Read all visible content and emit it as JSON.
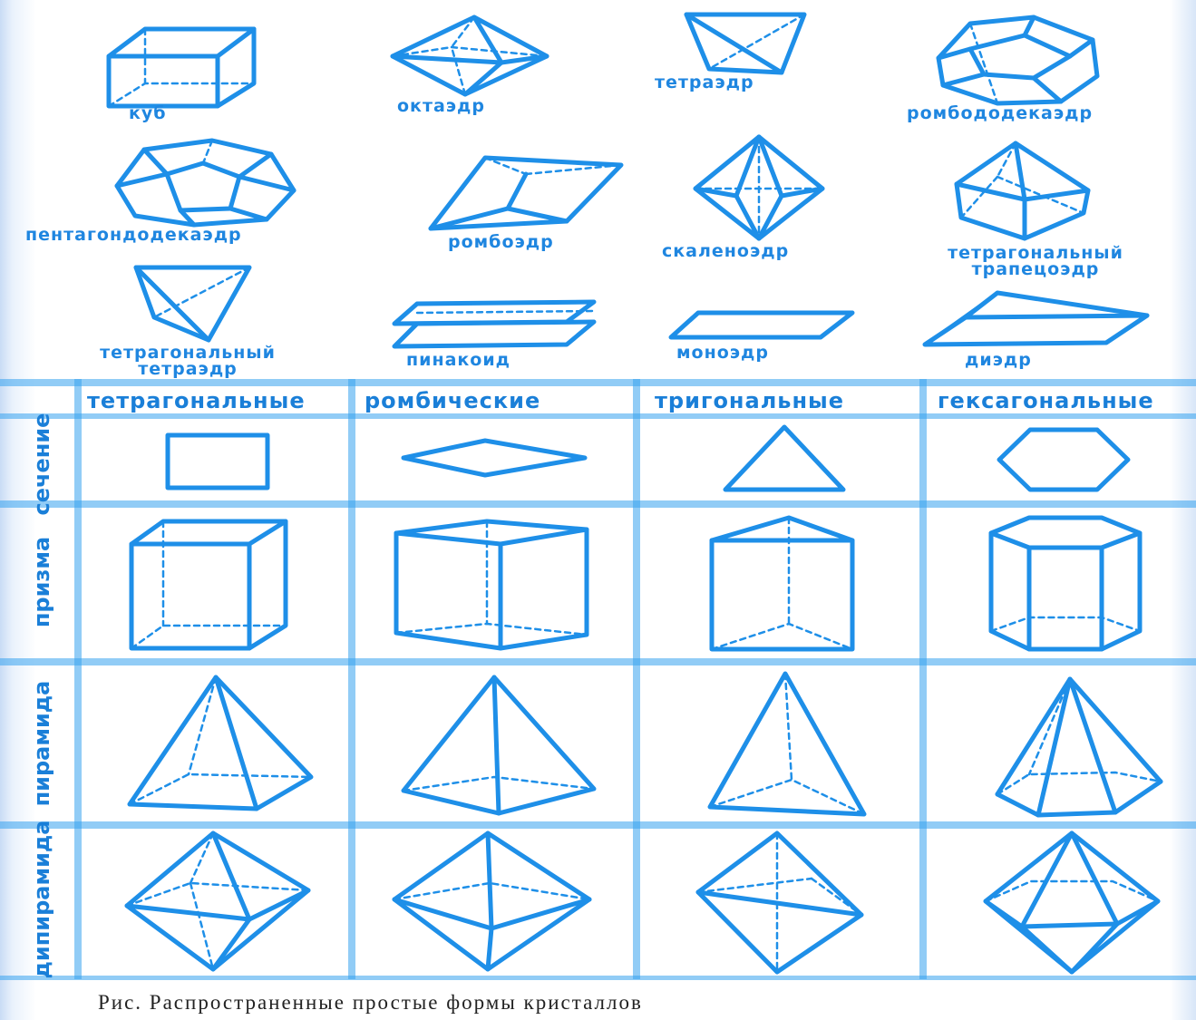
{
  "forms": {
    "cube": "куб",
    "octahedron": "октаэдр",
    "tetrahedron": "тетраэдр",
    "rhombododecahedron": "ромбододекаэдр",
    "pentagondodecahedron": "пентагондодекаэдр",
    "rhombohedron": "ромбоэдр",
    "scalenohedron": "скаленоэдр",
    "tetragonal_trapezohedron_1": "тетрагональный",
    "tetragonal_trapezohedron_2": "трапецоэдр",
    "tetragonal_tetrahedron_1": "тетрагональный",
    "tetragonal_tetrahedron_2": "тетраэдр",
    "pinacoid": "пинакоид",
    "monohedron": "моноэдр",
    "dihedron": "диэдр"
  },
  "table": {
    "columns": [
      "тетрагональные",
      "ромбические",
      "тригональные",
      "гексагональные"
    ],
    "rows": [
      "сечение",
      "призма",
      "пирамида",
      "дипирамида"
    ]
  },
  "caption": "Рис.  Распространенные  простые  формы  кристаллов",
  "colors": {
    "ink": "#1e8fe8",
    "grid": "#36a2ee"
  }
}
